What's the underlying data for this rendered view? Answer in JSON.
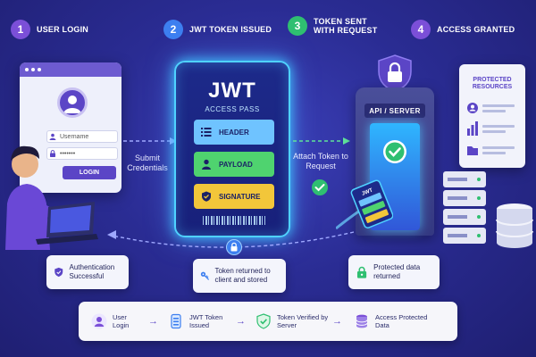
{
  "colors": {
    "background": "#2a2c93",
    "step1": "#7b4fd8",
    "step2": "#3d7ff0",
    "step3": "#2fbf71",
    "step4": "#7b4fd8",
    "header_part": "#6fc3ff",
    "payload_part": "#4fd36f",
    "signature_part": "#f2c63a",
    "glow": "#4fd2ff"
  },
  "steps": [
    {
      "num": "1",
      "label": "USER LOGIN"
    },
    {
      "num": "2",
      "label": "JWT TOKEN ISSUED"
    },
    {
      "num": "3",
      "label": "TOKEN SENT WITH REQUEST"
    },
    {
      "num": "4",
      "label": "ACCESS GRANTED"
    }
  ],
  "login": {
    "username_placeholder": "Username",
    "password_mask": "•••••••",
    "button": "LOGIN"
  },
  "flow": {
    "submit": "Submit Credentials",
    "attach": "Attach Token to Request"
  },
  "jwt": {
    "title": "JWT",
    "subtitle": "ACCESS PASS",
    "parts": [
      "HEADER",
      "PAYLOAD",
      "SIGNATURE"
    ]
  },
  "server": {
    "label": "API / SERVER"
  },
  "resources": {
    "title": "PROTECTED RESOURCES"
  },
  "info": {
    "auth": "Authentication Successful",
    "returned": "Token returned to client and stored",
    "protected": "Protected data returned"
  },
  "summary": [
    {
      "label": "User Login",
      "icon": "user-icon"
    },
    {
      "label": "JWT Token Issued",
      "icon": "token-icon"
    },
    {
      "label": "Token Verified by Server",
      "icon": "shield-check-icon"
    },
    {
      "label": "Access Protected Data",
      "icon": "database-icon"
    }
  ]
}
